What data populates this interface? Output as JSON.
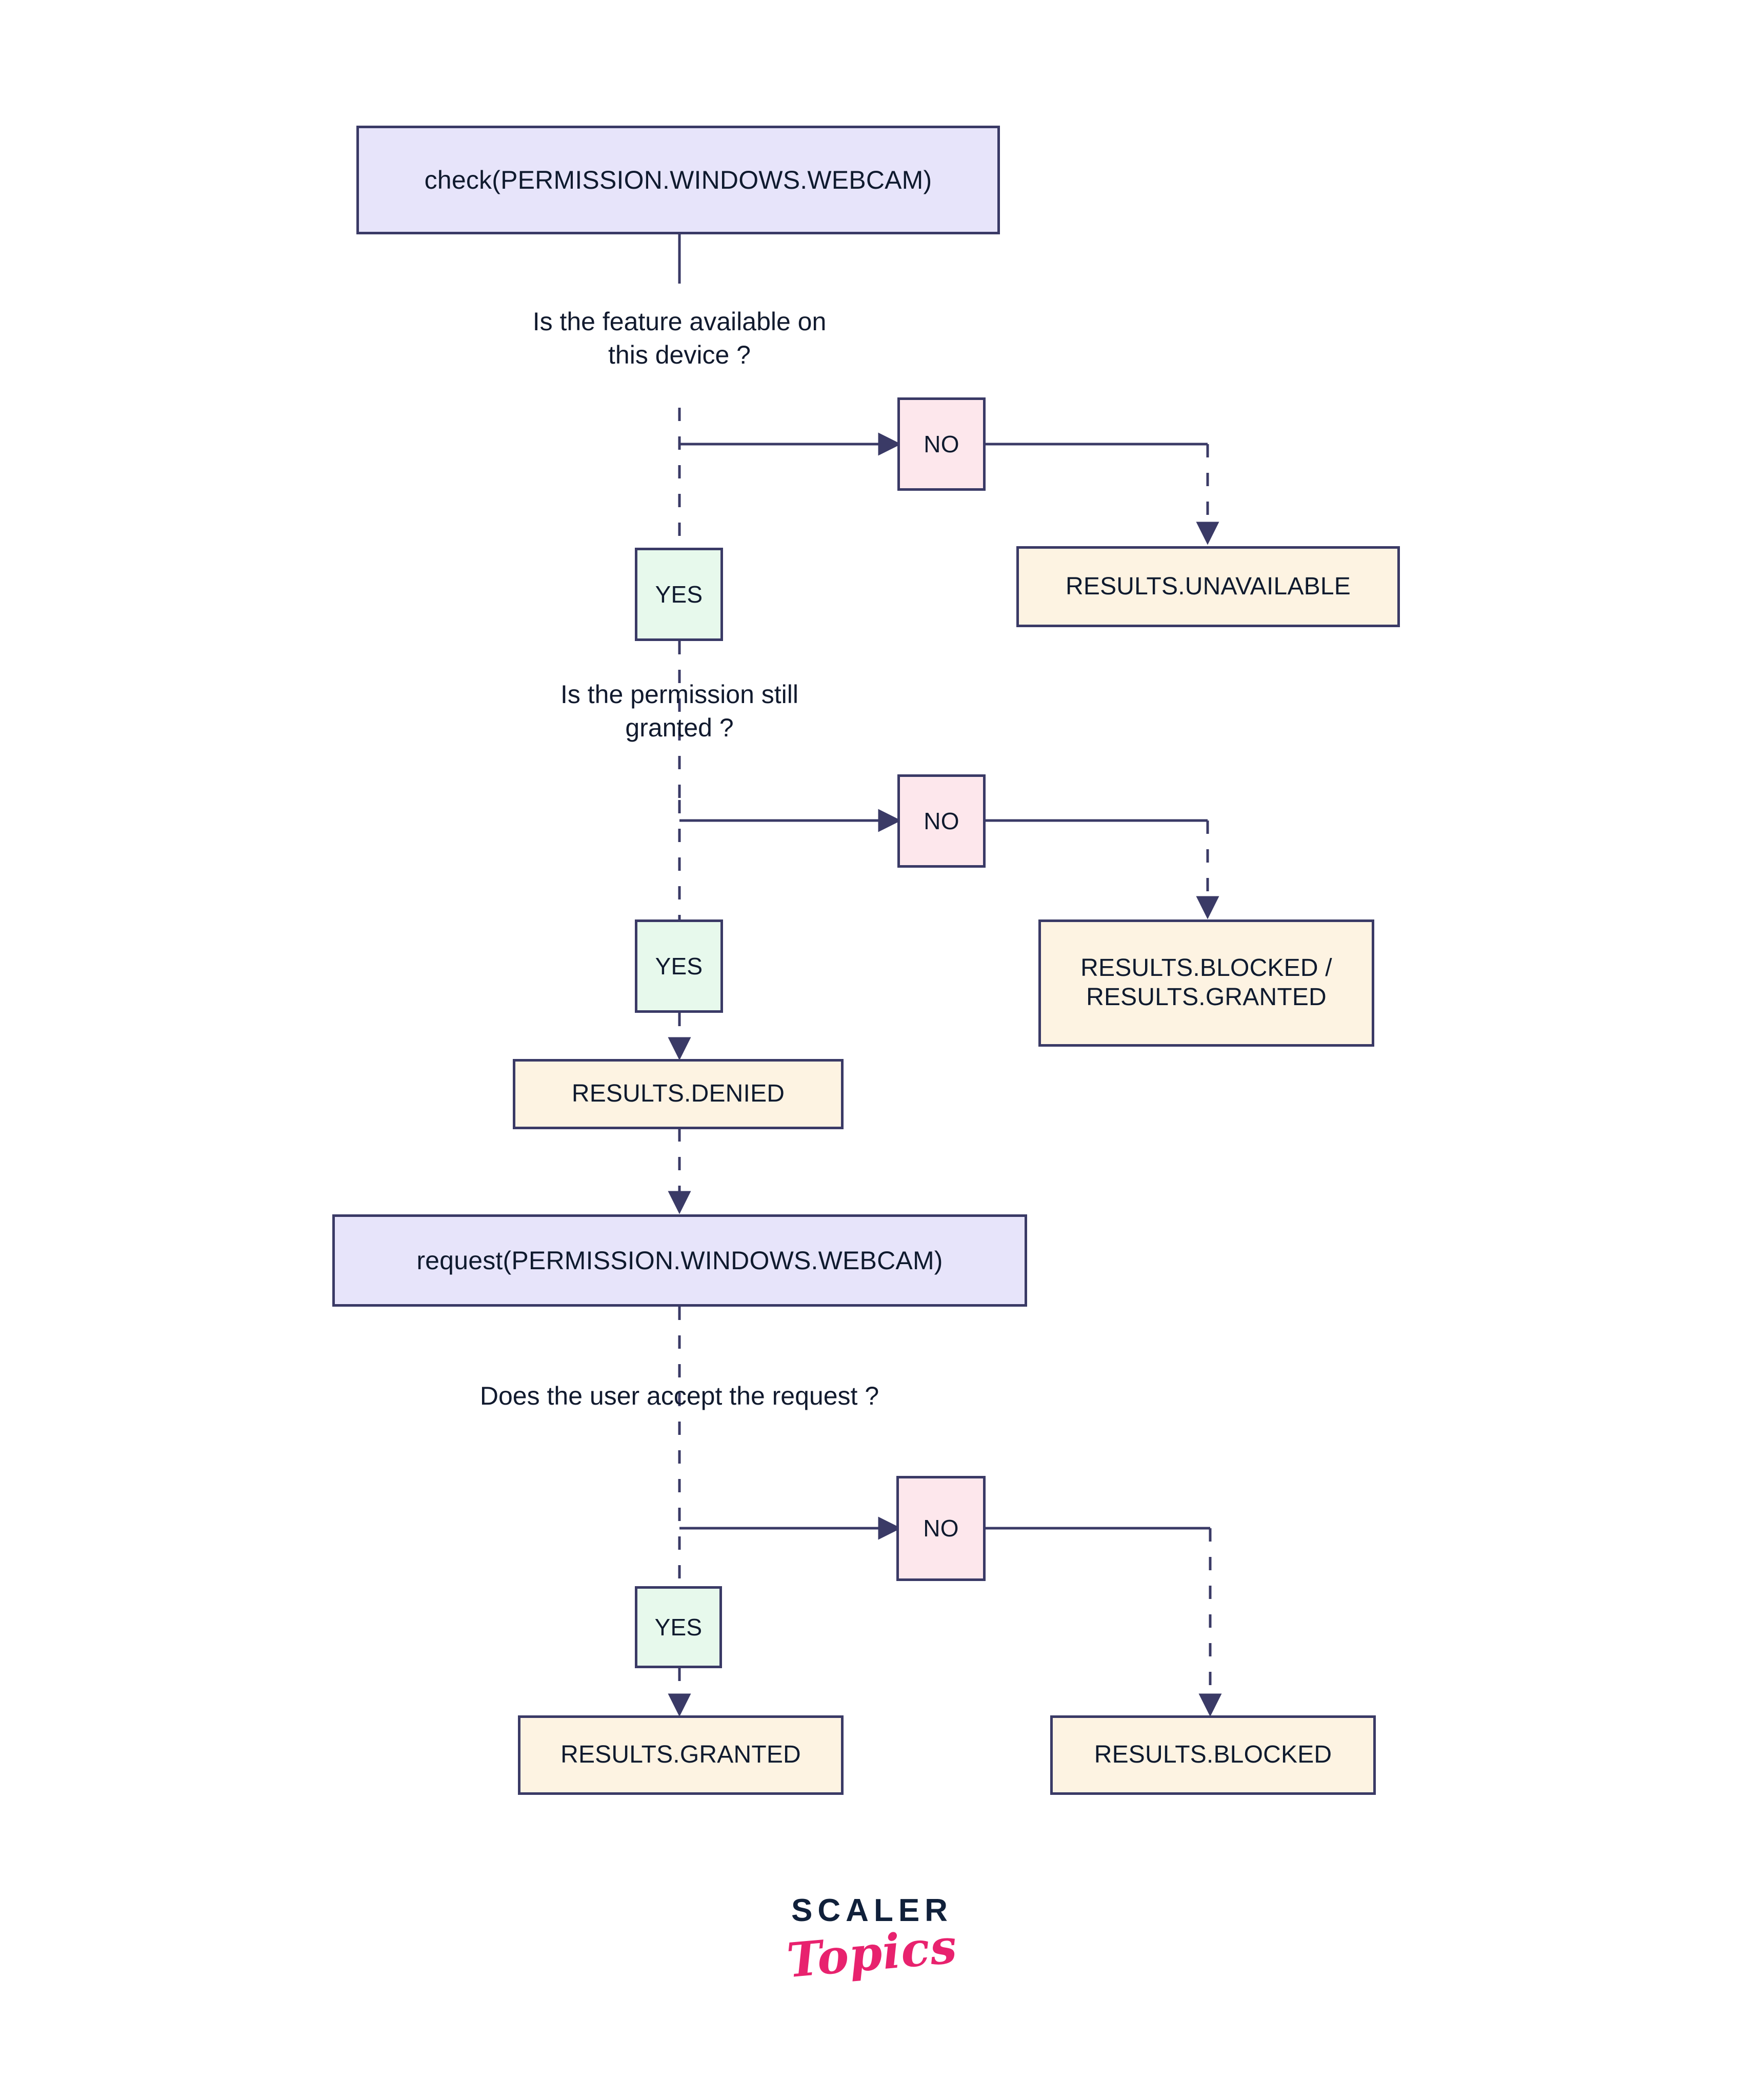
{
  "diagram": {
    "title": "Android runtime permission check / request flow",
    "colors": {
      "background": "#ffffff",
      "border": "#3a3a66",
      "line": "#3a3a66",
      "text": "#0f1a2e",
      "process_fill": "#e7e4fa",
      "result_fill": "#fdf3e2",
      "no_fill": "#fde7ec",
      "yes_fill": "#e7f9ec",
      "logo_dark": "#10203a",
      "logo_pink": "#e8226e"
    },
    "nodes": {
      "check_call": "check(PERMISSION.WINDOWS.WEBCAM)",
      "q_feature_available": "Is the feature available on\nthis device ?",
      "no_1": "NO",
      "yes_1": "YES",
      "result_unavailable": "RESULTS.UNAVAILABLE",
      "q_permission_granted": "Is the permission still\ngranted ?",
      "no_2": "NO",
      "yes_2": "YES",
      "result_blocked_granted": "RESULTS.BLOCKED /\nRESULTS.GRANTED",
      "result_denied": "RESULTS.DENIED",
      "request_call": "request(PERMISSION.WINDOWS.WEBCAM)",
      "q_user_accept": "Does the user accept the request ?",
      "no_3": "NO",
      "yes_3": "YES",
      "result_granted": "RESULTS.GRANTED",
      "result_blocked": "RESULTS.BLOCKED"
    },
    "logo": {
      "line1": "SCALER",
      "line2": "Topics"
    }
  },
  "chart_data": {
    "type": "flowchart",
    "title": "check(PERMISSION.WINDOWS.WEBCAM) decision flow",
    "nodes": [
      {
        "id": "check",
        "label": "check(PERMISSION.WINDOWS.WEBCAM)",
        "kind": "process"
      },
      {
        "id": "q1",
        "label": "Is the feature available on this device ?",
        "kind": "decision-label"
      },
      {
        "id": "no1",
        "label": "NO",
        "kind": "branch-no"
      },
      {
        "id": "yes1",
        "label": "YES",
        "kind": "branch-yes"
      },
      {
        "id": "unavailable",
        "label": "RESULTS.UNAVAILABLE",
        "kind": "result"
      },
      {
        "id": "q2",
        "label": "Is the permission still granted ?",
        "kind": "decision-label"
      },
      {
        "id": "no2",
        "label": "NO",
        "kind": "branch-no"
      },
      {
        "id": "yes2",
        "label": "YES",
        "kind": "branch-yes"
      },
      {
        "id": "blockedgranted",
        "label": "RESULTS.BLOCKED / RESULTS.GRANTED",
        "kind": "result"
      },
      {
        "id": "denied",
        "label": "RESULTS.DENIED",
        "kind": "result"
      },
      {
        "id": "request",
        "label": "request(PERMISSION.WINDOWS.WEBCAM)",
        "kind": "process"
      },
      {
        "id": "q3",
        "label": "Does the user accept the request ?",
        "kind": "decision-label"
      },
      {
        "id": "no3",
        "label": "NO",
        "kind": "branch-no"
      },
      {
        "id": "yes3",
        "label": "YES",
        "kind": "branch-yes"
      },
      {
        "id": "granted",
        "label": "RESULTS.GRANTED",
        "kind": "result"
      },
      {
        "id": "blocked",
        "label": "RESULTS.BLOCKED",
        "kind": "result"
      }
    ],
    "edges": [
      {
        "from": "check",
        "to": "q1",
        "style": "solid"
      },
      {
        "from": "q1",
        "to": "no1",
        "style": "solid",
        "label": "NO"
      },
      {
        "from": "no1",
        "to": "unavailable",
        "style": "dashed"
      },
      {
        "from": "q1",
        "to": "yes1",
        "style": "dashed",
        "label": "YES"
      },
      {
        "from": "yes1",
        "to": "q2",
        "style": "dashed"
      },
      {
        "from": "q2",
        "to": "no2",
        "style": "solid",
        "label": "NO"
      },
      {
        "from": "no2",
        "to": "blockedgranted",
        "style": "dashed"
      },
      {
        "from": "q2",
        "to": "yes2",
        "style": "dashed",
        "label": "YES"
      },
      {
        "from": "yes2",
        "to": "denied",
        "style": "dashed"
      },
      {
        "from": "denied",
        "to": "request",
        "style": "dashed"
      },
      {
        "from": "request",
        "to": "q3",
        "style": "dashed"
      },
      {
        "from": "q3",
        "to": "no3",
        "style": "solid",
        "label": "NO"
      },
      {
        "from": "no3",
        "to": "blocked",
        "style": "dashed"
      },
      {
        "from": "q3",
        "to": "yes3",
        "style": "dashed",
        "label": "YES"
      },
      {
        "from": "yes3",
        "to": "granted",
        "style": "dashed"
      }
    ]
  }
}
